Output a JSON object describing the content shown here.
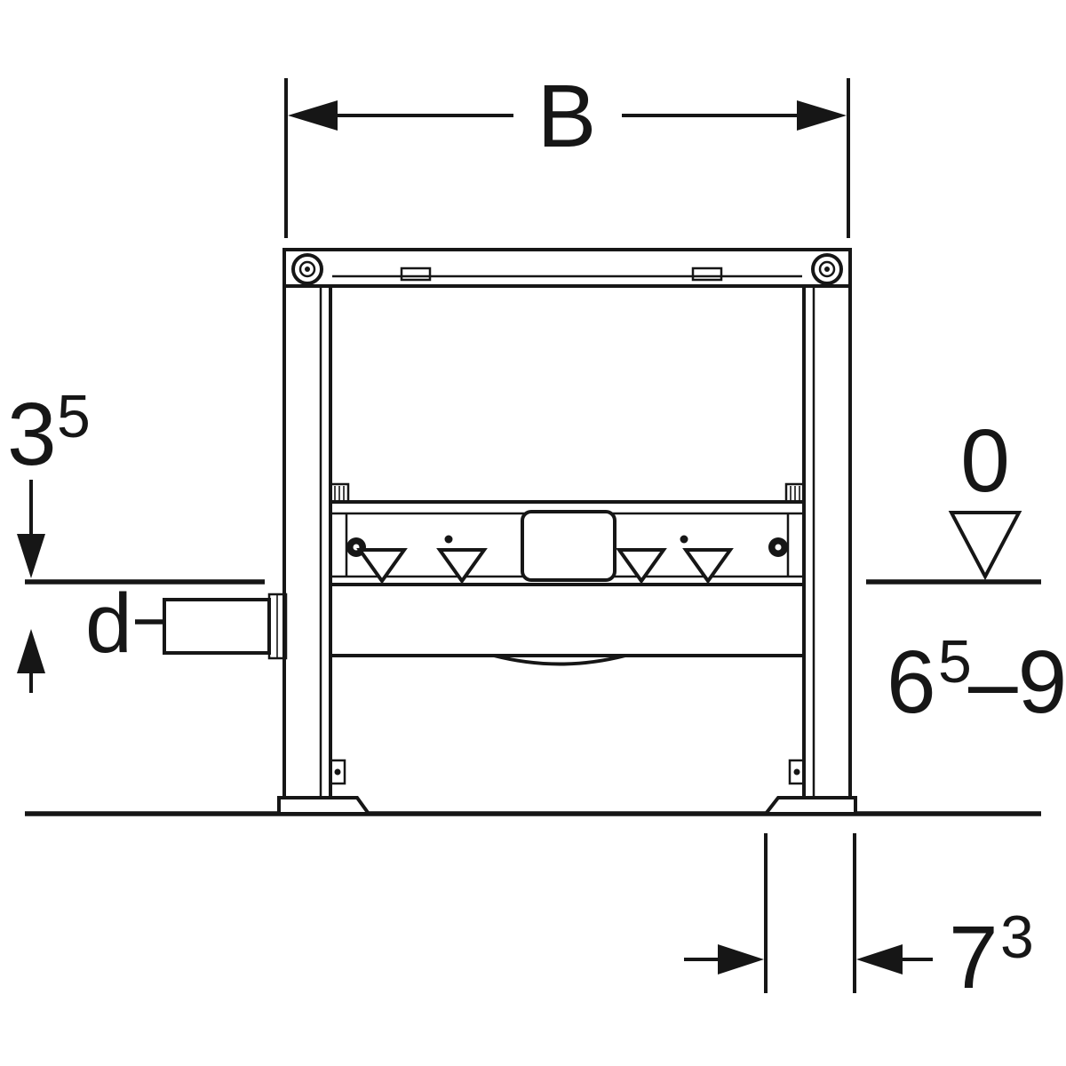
{
  "diagram": {
    "kind": "installation-frame-front-elevation",
    "colors": {
      "line": "#161616",
      "background": "#ffffff"
    }
  },
  "dimensions": {
    "top_width": {
      "label": "B"
    },
    "left_offset": {
      "base": "3",
      "sup": "5"
    },
    "pipe": {
      "label": "d"
    },
    "level": {
      "label": "0"
    },
    "floor_depth": {
      "base": "6",
      "sup": "5",
      "tail": "–9"
    },
    "foot_offset": {
      "base": "7",
      "sup": "3"
    }
  },
  "symbols": {
    "level_mark": "▽",
    "channel_flow_mark": "▽",
    "channel_flow_mark_count": 4
  }
}
